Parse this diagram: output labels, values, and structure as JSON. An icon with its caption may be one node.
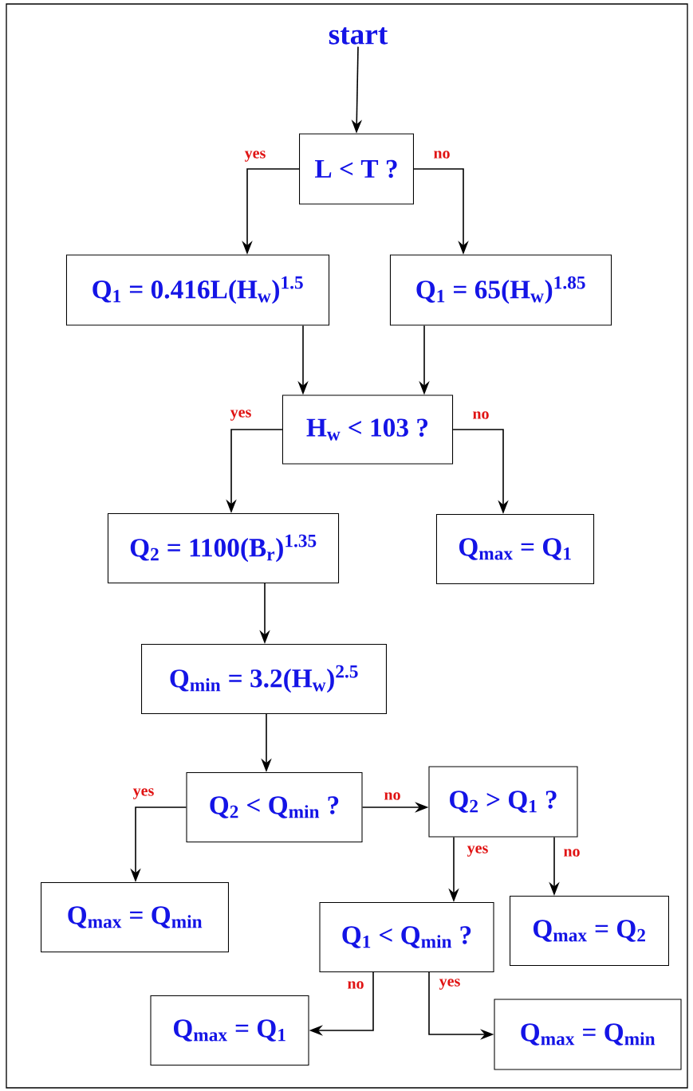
{
  "diagram": {
    "nodes": [
      {
        "text": [
          "start"
        ]
      },
      {
        "text": [
          "L < T ?"
        ]
      },
      {
        "text": [
          "Q$_{1}$ = 0.416L(H$_{w}$)$^{1.5}$"
        ]
      },
      {
        "text": [
          "Q$_{1}$ = 65(H$_{w}$)$^{1.85}$"
        ]
      },
      {
        "text": [
          "H$_{w}$ < 103 ?"
        ]
      },
      {
        "text": [
          "Q$_{2}$ = 1100(B$_{r}$)$^{1.35}$"
        ]
      },
      {
        "text": [
          "Q$_{max}$ = Q$_{1}$"
        ]
      },
      {
        "text": [
          "Q$_{min}$ = 3.2(H$_{w}$)$^{2.5}$"
        ]
      },
      {
        "text": [
          "Q$_{2}$ < Q$_{min}$ ?"
        ]
      },
      {
        "text": [
          "Q$_{2}$ > Q$_{1}$ ?"
        ]
      },
      {
        "text": [
          "Q$_{max}$ = Q$_{min}$"
        ]
      },
      {
        "text": [
          "Q$_{1}$ < Q$_{min}$ ?"
        ]
      },
      {
        "text": [
          "Q$_{max}$ = Q$_{2}$"
        ]
      },
      {
        "text": [
          "Q$_{max}$ = Q$_{1}$"
        ]
      },
      {
        "text": [
          "Q$_{max}$ = Q$_{min}$"
        ]
      }
    ],
    "edges": [
      {
        "from": 0,
        "to": 1,
        "arrow": "to"
      },
      {
        "from": 1,
        "to": 2,
        "arrow": "to",
        "label": "yes"
      },
      {
        "from": 1,
        "to": 3,
        "arrow": "to",
        "label": "no"
      },
      {
        "from": 2,
        "to": 4,
        "arrow": "to"
      },
      {
        "from": 3,
        "to": 4,
        "arrow": "to"
      },
      {
        "from": 4,
        "to": 5,
        "arrow": "to",
        "label": "yes"
      },
      {
        "from": 4,
        "to": 6,
        "arrow": "to",
        "label": "no"
      },
      {
        "from": 5,
        "to": 7,
        "arrow": "to"
      },
      {
        "from": 7,
        "to": 8,
        "arrow": "to"
      },
      {
        "from": 8,
        "to": 10,
        "arrow": "to",
        "label": "yes"
      },
      {
        "from": 8,
        "to": 9,
        "arrow": "to",
        "label": "no"
      },
      {
        "from": 9,
        "to": 11,
        "arrow": "to",
        "label": "yes"
      },
      {
        "from": 9,
        "to": 12,
        "arrow": "to",
        "label": "no"
      },
      {
        "from": 11,
        "to": 13,
        "arrow": "to",
        "label": "no"
      },
      {
        "from": 11,
        "to": 14,
        "arrow": "to",
        "label": "yes"
      }
    ]
  }
}
